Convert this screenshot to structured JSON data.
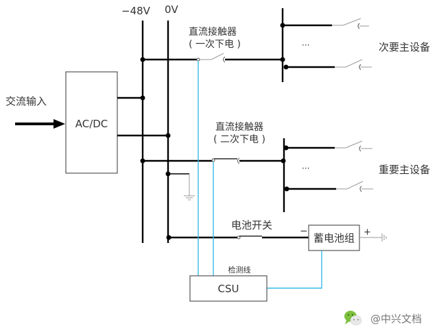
{
  "bus_labels": {
    "neg48v": "−48V",
    "zero_v": "0V"
  },
  "ac_input_label": "交流输入",
  "rectifier_label": "AC/DC",
  "contactor1": {
    "title": "直流接触器",
    "subtitle": "( 一次下电 )"
  },
  "contactor2": {
    "title": "直流接触器",
    "subtitle": "( 二次下电 )"
  },
  "secondary_load_label": "次要主设备",
  "primary_load_label": "重要主设备",
  "ellipsis": "···",
  "battery_switch_label": "电池开关",
  "battery_label": "蓄电池组",
  "battery_minus": "−",
  "battery_plus": "+",
  "detection_line_label": "检测线",
  "csu_label": "CSU",
  "watermark": "@中兴文档",
  "colors": {
    "wire": "#000000",
    "detection": "#3ab8e8",
    "box_border": "#555555"
  }
}
